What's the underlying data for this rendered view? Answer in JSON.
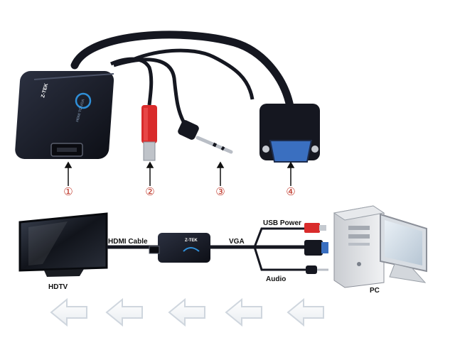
{
  "product": {
    "brand": "Z-TEK",
    "device_text": "HDMI TO VGA"
  },
  "callouts": [
    {
      "number": "①",
      "target": "HDMI port"
    },
    {
      "number": "②",
      "target": "USB power connector"
    },
    {
      "number": "③",
      "target": "3.5mm audio jack"
    },
    {
      "number": "④",
      "target": "VGA connector"
    }
  ],
  "connection_diagram": {
    "hdtv_label": "HDTV",
    "pc_label": "PC",
    "hdmi_cable_label": "HDMI Cable",
    "vga_label": "VGA",
    "usb_power_label": "USB Power",
    "audio_label": "Audio",
    "adapter_brand": "Z-TEK"
  },
  "flow_arrows": {
    "count": 5,
    "direction": "left",
    "color": "#cfd6de"
  },
  "colors": {
    "callout_red": "#c0392b",
    "usb_red": "#d92b2b",
    "cable_black": "#151720",
    "device_body": "#1b1e2b"
  }
}
